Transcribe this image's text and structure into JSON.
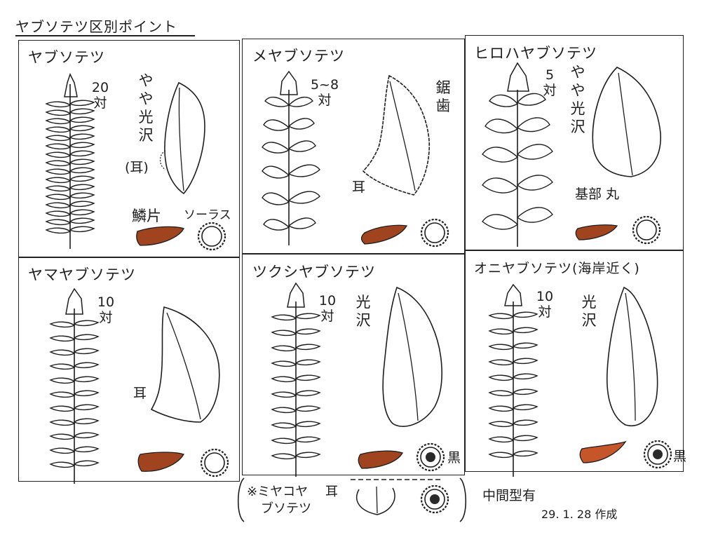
{
  "title": "ヤブソテツ区別ポイント",
  "panels": [
    {
      "name": "ヤブソテツ",
      "pairs": "20対",
      "gloss": "やや光沢",
      "ear": "(耳)",
      "scale_label": "鱗片",
      "sorus_label": "ソーラス"
    },
    {
      "name": "メヤブソテツ",
      "pairs": "5~8対",
      "serration": "鋸歯",
      "ear": "耳"
    },
    {
      "name": "ヒロハヤブソテツ",
      "pairs": "5対",
      "gloss": "やや光沢",
      "base": "基部 丸"
    },
    {
      "name": "ヤマヤブソテツ",
      "pairs": "10対",
      "ear": "耳"
    },
    {
      "name": "ツクシヤブソテツ",
      "pairs": "10対",
      "gloss": "光沢",
      "black": "黒"
    },
    {
      "name": "オニヤブソテツ(海岸近く)",
      "pairs": "10対",
      "gloss": "光沢",
      "black": "黒"
    }
  ],
  "note": {
    "prefix": "※ミヤコヤ",
    "ear": "耳",
    "line2": "ブソテツ"
  },
  "intermediate": "中間型有",
  "date": "29. 1. 28 作成",
  "colors": {
    "scale_fill": "#a0431f",
    "scale_light": "#c4562a",
    "ink": "#1e1e1e"
  }
}
